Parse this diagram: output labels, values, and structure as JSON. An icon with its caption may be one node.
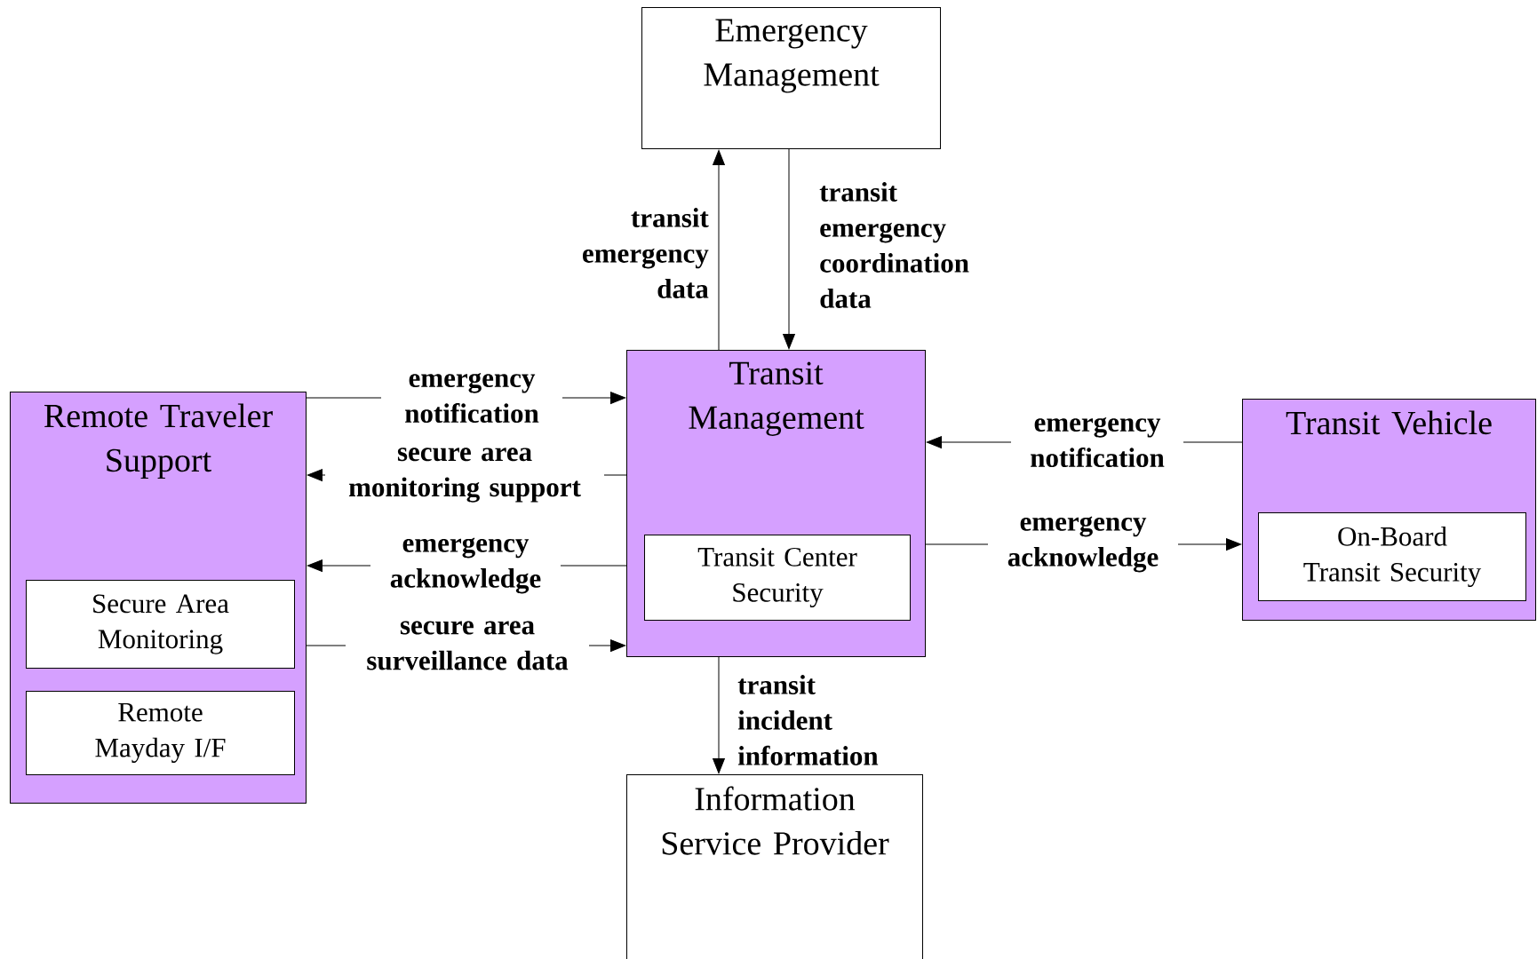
{
  "diagram": {
    "nodes": [
      {
        "text": [
          "Emergency Management"
        ]
      },
      {
        "text": [
          "Transit Management"
        ]
      },
      {
        "text": [
          "Transit Center Security"
        ],
        "in": 1
      },
      {
        "text": [
          "Remote Traveler Support"
        ]
      },
      {
        "text": [
          "Secure Area Monitoring"
        ],
        "in": 3
      },
      {
        "text": [
          "Remote Mayday I/F"
        ],
        "in": 3
      },
      {
        "text": [
          "Transit Vehicle"
        ]
      },
      {
        "text": [
          "On-Board Transit Security"
        ],
        "in": 6
      },
      {
        "text": [
          "Information Service Provider"
        ]
      }
    ],
    "edges": [
      {
        "from": 1,
        "to": 0,
        "arrow": "to",
        "label": "transit emergency data"
      },
      {
        "from": 0,
        "to": 1,
        "arrow": "to",
        "label": "transit emergency coordination data"
      },
      {
        "from": 3,
        "to": 1,
        "arrow": "to",
        "label": "emergency notification"
      },
      {
        "from": 1,
        "to": 3,
        "arrow": "to",
        "label": "secure area monitoring support"
      },
      {
        "from": 1,
        "to": 3,
        "arrow": "to",
        "label": "emergency acknowledge"
      },
      {
        "from": 3,
        "to": 1,
        "arrow": "to",
        "label": "secure area surveillance data"
      },
      {
        "from": 6,
        "to": 1,
        "arrow": "to",
        "label": "emergency notification"
      },
      {
        "from": 1,
        "to": 6,
        "arrow": "to",
        "label": "emergency acknowledge"
      },
      {
        "from": 1,
        "to": 8,
        "arrow": "to",
        "label": "transit incident information"
      }
    ]
  }
}
